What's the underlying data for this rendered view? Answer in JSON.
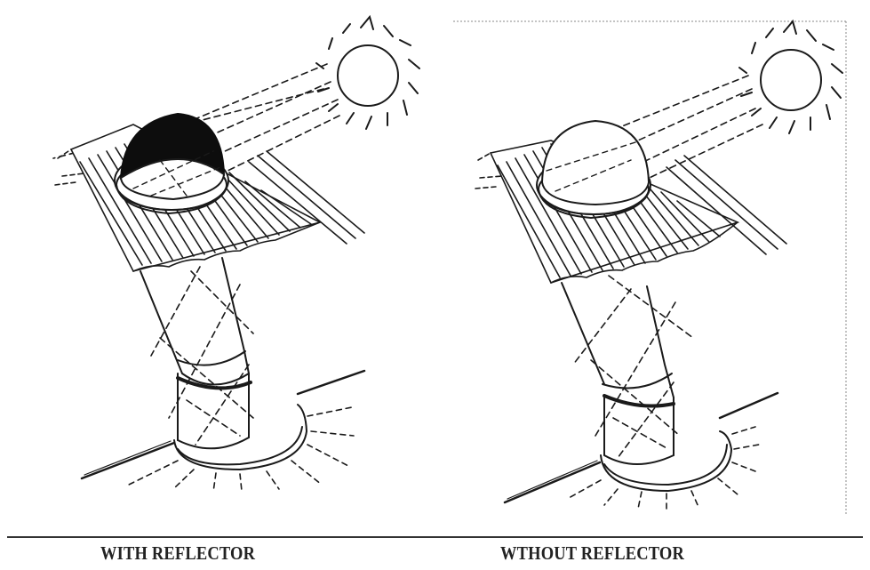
{
  "figure": {
    "panels": [
      {
        "id": "with-reflector",
        "caption": "WITH REFLECTOR",
        "dome_reflector_shaded": true,
        "elements": [
          "sun",
          "sun-rays",
          "corrugated-roof",
          "dome",
          "light-tube",
          "diffuser",
          "ceiling-line",
          "dispersed-light"
        ]
      },
      {
        "id": "without-reflector",
        "caption": "WTHOUT REFLECTOR",
        "dome_reflector_shaded": false,
        "elements": [
          "sun",
          "sun-rays",
          "corrugated-roof",
          "dome",
          "light-tube",
          "diffuser",
          "ceiling-line",
          "dispersed-light"
        ]
      }
    ]
  },
  "colors": {
    "ink": "#1a1a1a",
    "reflector": "#0d0d0d",
    "background": "#ffffff",
    "caption": "#222222"
  }
}
